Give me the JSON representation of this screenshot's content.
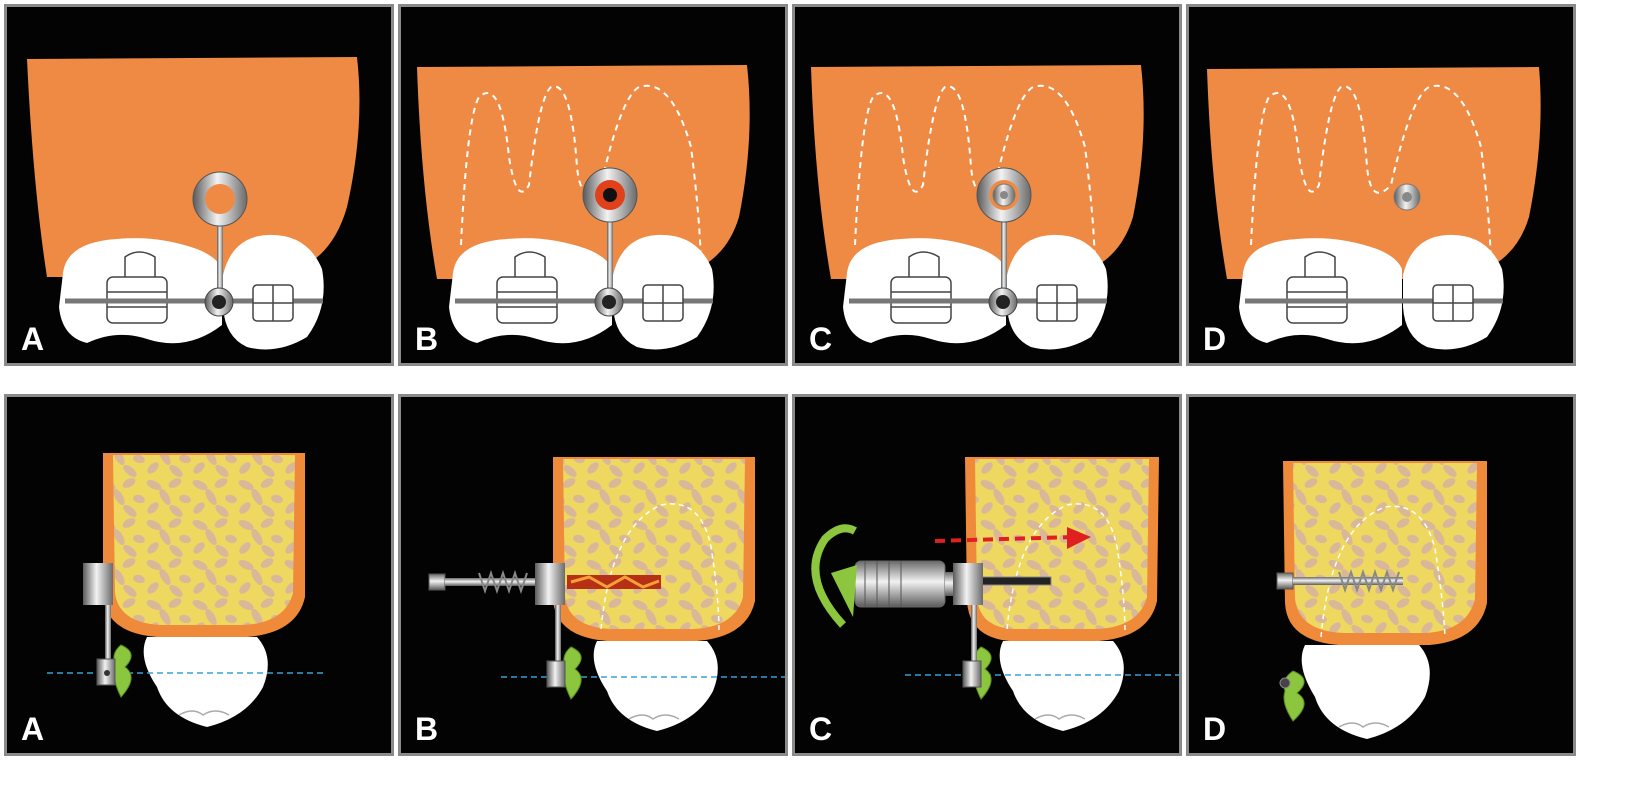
{
  "figure": {
    "rows": [
      {
        "row": "top",
        "view": "frontal",
        "panels": [
          {
            "id": "top-A",
            "label": "A"
          },
          {
            "id": "top-B",
            "label": "B"
          },
          {
            "id": "top-C",
            "label": "C"
          },
          {
            "id": "top-D",
            "label": "D"
          }
        ]
      },
      {
        "row": "bottom",
        "view": "cross-section",
        "panels": [
          {
            "id": "bottom-A",
            "label": "A"
          },
          {
            "id": "bottom-B",
            "label": "B"
          },
          {
            "id": "bottom-C",
            "label": "C"
          },
          {
            "id": "bottom-D",
            "label": "D"
          }
        ]
      }
    ],
    "colors": {
      "panel_background": "#030303",
      "panel_border": "#8a8a8a",
      "gingiva": "#ef8a45",
      "cortical_bone": "#ef8a3a",
      "cancellous_bone": "#efd860",
      "trabecular_spots": "#d9b89a",
      "tooth": "#ffffff",
      "dashed_guide": "#ffffff",
      "occlusal_line": "#3aa0d8",
      "direction_arrow": "#e02020",
      "rotation_arrow": "#8cc63f",
      "drill_hot": "#e0401a"
    },
    "icons": [
      "bracket-icon",
      "guide-ring-icon",
      "drill-icon",
      "screwdriver-icon",
      "miniscrew-icon",
      "rotation-arrow-icon",
      "direction-arrow-icon"
    ]
  }
}
